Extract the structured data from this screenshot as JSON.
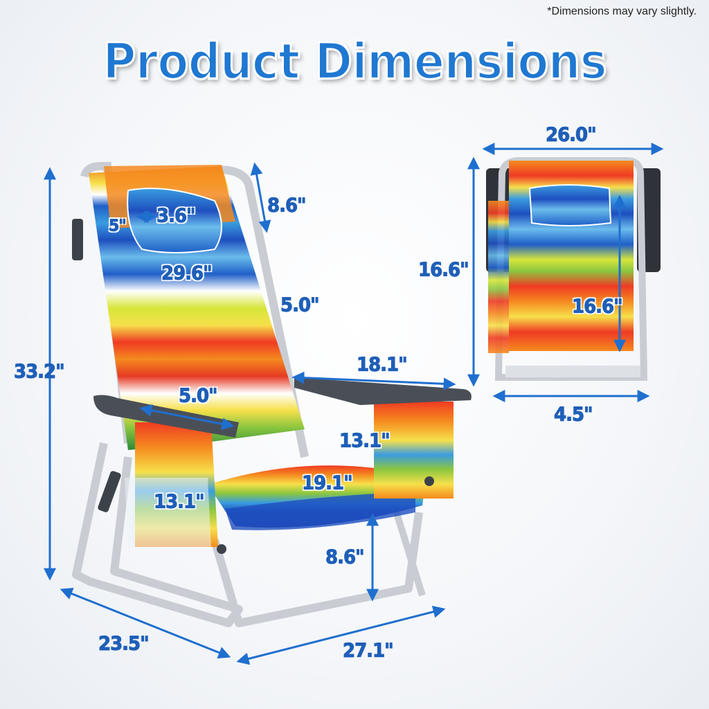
{
  "disclaimer": "*Dimensions may vary slightly.",
  "title": "Product Dimensions",
  "dimensions": {
    "total_height": "33.2\"",
    "headrest_height": "8.6\"",
    "pillow_width": "3.6\"",
    "pillow_depth": "5\"",
    "backrest_width": "29.6\"",
    "backrest_gap": "5.0\"",
    "armrest_length": "18.1\"",
    "armrest_width": "5.0\"",
    "armrest_height": "13.1\"",
    "seat_width": "19.1\"",
    "pocket_height": "13.1\"",
    "seat_height": "8.6\"",
    "base_depth": "23.5\"",
    "base_width": "27.1\"",
    "folded_width": "26.0\"",
    "folded_height_outer": "16.6\"",
    "folded_height_inner": "16.6\"",
    "folded_thickness": "4.5\""
  },
  "colors": {
    "accent": "#1f78d1",
    "dimension_text": "#1f5fb8",
    "arrow": "#1f6fcf",
    "frame": "#c9cdd3",
    "armrest": "#4a4f57"
  }
}
